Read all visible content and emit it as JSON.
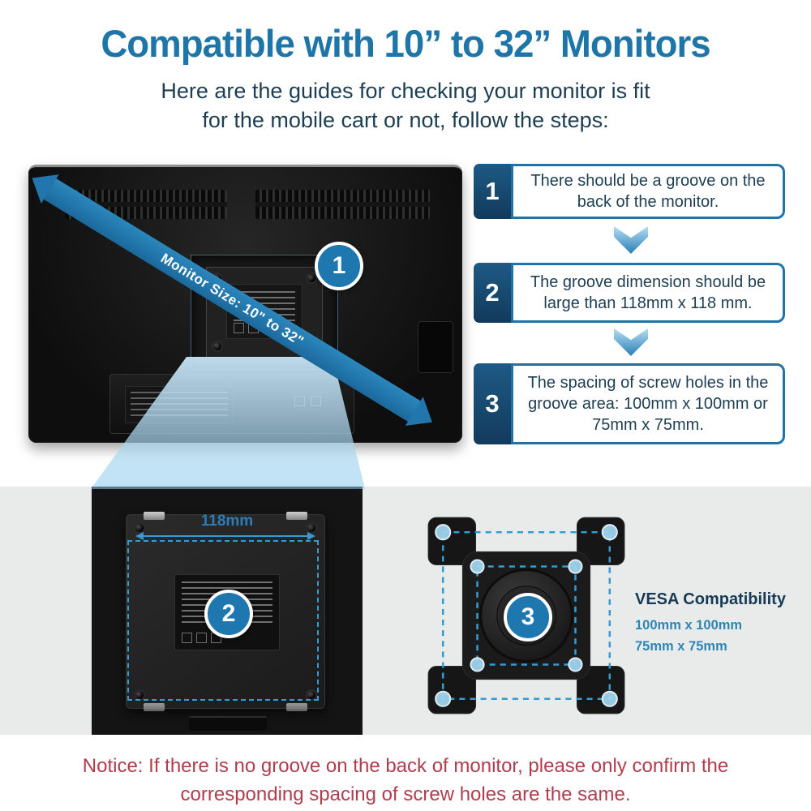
{
  "header": {
    "title": "Compatible with 10” to 32” Monitors",
    "subtitle_line1": "Here are the guides for checking your monitor is fit",
    "subtitle_line2": "for the mobile cart or not, follow the steps:"
  },
  "monitor": {
    "size_arrow_label": "Monitor Size: 10\" to 32\"",
    "callout": "1"
  },
  "steps": [
    {
      "num": "1",
      "text": "There should be a groove on the back of the monitor."
    },
    {
      "num": "2",
      "text": "The groove dimension should be large than 118mm x 118 mm."
    },
    {
      "num": "3",
      "text": "The spacing of screw holes in the groove area: 100mm x 100mm or 75mm x 75mm."
    }
  ],
  "groove_photo": {
    "dimension_label": "118mm",
    "callout": "2"
  },
  "vesa_photo": {
    "callout": "3"
  },
  "vesa_info": {
    "heading": "VESA Compatibility",
    "sizes": [
      "100mm x 100mm",
      "75mm x 75mm"
    ]
  },
  "notice": {
    "line1": "Notice: If there is no groove on the back of monitor, please only confirm the",
    "line2": "corresponding spacing of screw holes are the same."
  },
  "colors": {
    "accent_blue": "#1e76a8",
    "dark_navy": "#1d3e52",
    "step_square_navy": "#16456b",
    "annotation_blue": "#359bd2",
    "notice_red": "#b23b4d",
    "band_gray": "#e9eaea"
  }
}
